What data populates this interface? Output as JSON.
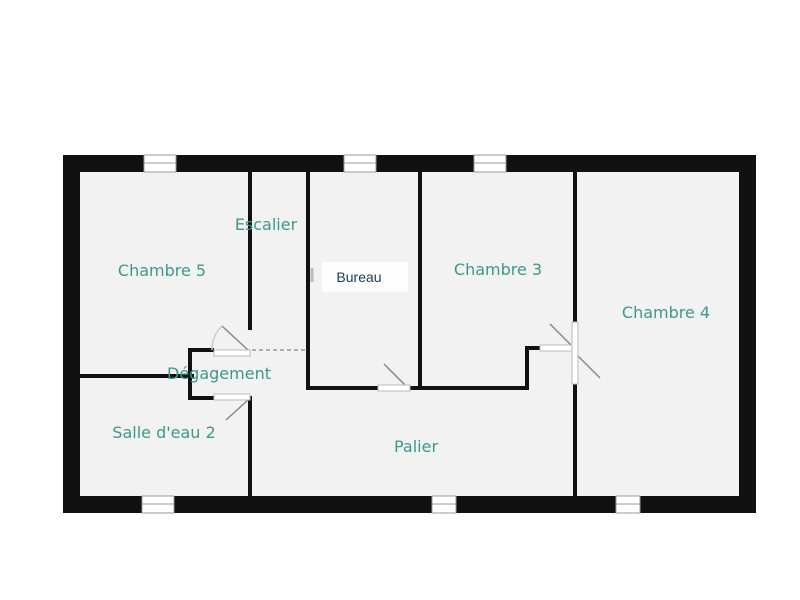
{
  "plan": {
    "rooms": {
      "chambre5": "Chambre 5",
      "escalier": "Escalier",
      "bureau": "Bureau",
      "chambre3": "Chambre 3",
      "chambre4": "Chambre 4",
      "degagement": "Dégagement",
      "salle_deau2": "Salle d'eau 2",
      "palier": "Palier"
    },
    "colors": {
      "wall": "#111111",
      "floor": "#f2f2f2",
      "label": "#3a9a8a",
      "bureau_label": "#1f3a56"
    }
  }
}
